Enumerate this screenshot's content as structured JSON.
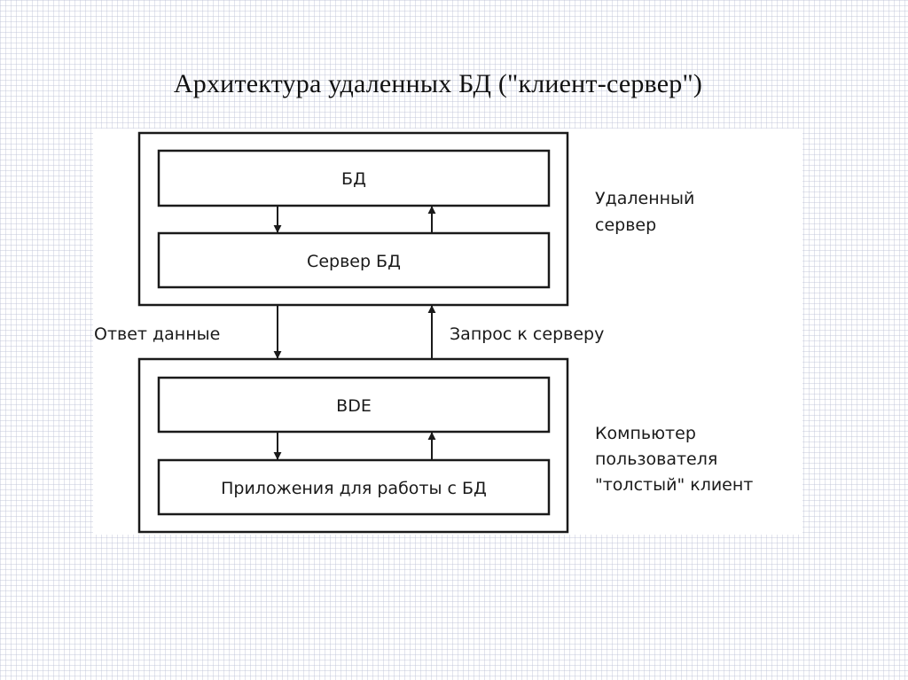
{
  "title": "Архитектура удаленных БД (\"клиент-сервер\")",
  "server_group": {
    "label_line1": "Удаленный",
    "label_line2": "сервер",
    "boxes": [
      {
        "label": "БД"
      },
      {
        "label": "Сервер БД"
      }
    ]
  },
  "client_group": {
    "label_line1": "Компьютер",
    "label_line2": "пользователя",
    "label_line3": "\"толстый\" клиент",
    "boxes": [
      {
        "label": "BDE"
      },
      {
        "label": "Приложения для работы с БД"
      }
    ]
  },
  "connections": {
    "response_label": "Ответ данные",
    "request_label": "Запрос к серверу"
  },
  "colors": {
    "stroke": "#1a1a1a",
    "grid": "#bec3d7"
  }
}
